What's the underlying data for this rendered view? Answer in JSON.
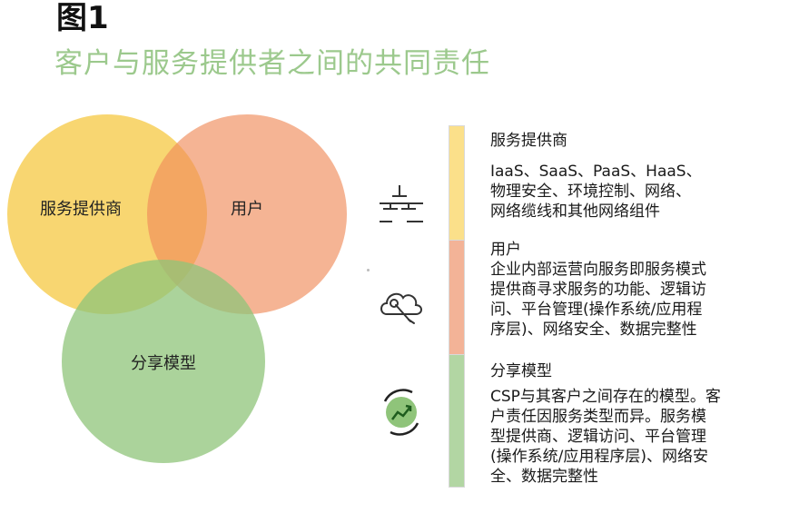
{
  "header": {
    "figure_label": "图1",
    "title": "客户与服务提供者之间的共同责任"
  },
  "venn": {
    "circles": [
      {
        "label": "服务提供商",
        "color": "#f5c842"
      },
      {
        "label": "用户",
        "color": "#f08c5a"
      },
      {
        "label": "分享模型",
        "color": "#8fc47a"
      }
    ]
  },
  "legend": {
    "sections": [
      {
        "icon": "network-icon",
        "color": "#fbe08a",
        "title": "服务提供商",
        "body_lines": [
          "IaaS、SaaS、PaaS、HaaS、",
          "物理安全、环境控制、网络、",
          "网络缆线和其他网络组件"
        ]
      },
      {
        "icon": "cloud-wrench-icon",
        "color": "#f3b397",
        "title": "用户",
        "body_lines": [
          "企业内部运营向服务即服务模式",
          "提供商寻求服务的功能、逻辑访",
          "问、平台管理(操作系统/应用程",
          "序层)、网络安全、数据完整性"
        ]
      },
      {
        "icon": "trend-chart-icon",
        "color": "#b2d6a3",
        "title": "分享模型",
        "body_lines": [
          "CSP与其客户之间存在的模型。客",
          "户责任因服务类型而异。服务模",
          "型提供商、逻辑访问、平台管理",
          "(操作系统/应用程序层)、网络安",
          "全、数据完整性"
        ]
      }
    ]
  }
}
